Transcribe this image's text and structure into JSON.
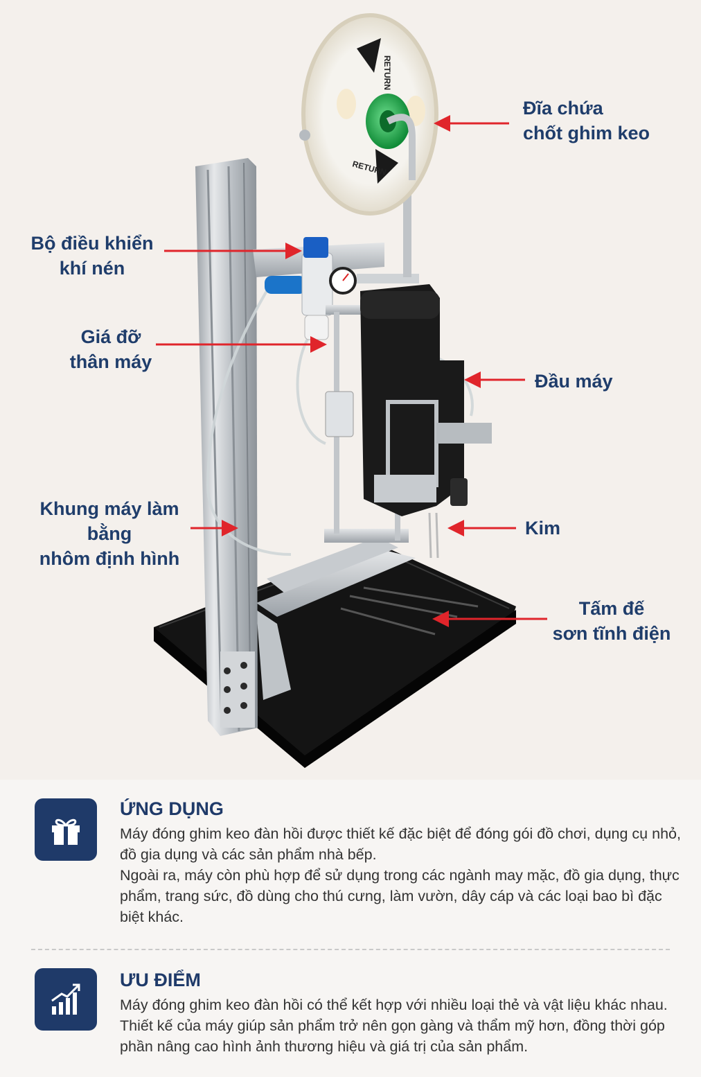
{
  "callouts": {
    "disc": "Đĩa chứa\nchốt ghim keo",
    "regulator": "Bộ điều khiển\nkhí nén",
    "body_holder": "Giá đỡ\nthân máy",
    "head": "Đầu máy",
    "frame": "Khung máy làm bằng\nnhôm định hình",
    "needle": "Kim",
    "base": "Tấm đế\nsơn tĩnh điện"
  },
  "disc_text": {
    "top": "RETURN",
    "bottom": "RETURN"
  },
  "colors": {
    "navy": "#1f3a69",
    "arrow": "#e0252b",
    "accent_green": "#1ea84a"
  },
  "sections": [
    {
      "icon": "gift-icon",
      "title": "ỨNG DỤNG",
      "paragraphs": [
        "Máy đóng ghim keo đàn hồi được thiết kế đặc biệt để đóng gói đồ chơi, dụng cụ nhỏ, đồ gia dụng và các sản phẩm nhà bếp.",
        "Ngoài ra, máy còn phù hợp để sử dụng trong các ngành may mặc, đồ gia dụng, thực phẩm, trang sức, đồ dùng cho thú cưng, làm vườn, dây cáp và các loại bao bì đặc biệt khác."
      ]
    },
    {
      "icon": "growth-chart-icon",
      "title": "ƯU ĐIỂM",
      "paragraphs": [
        "Máy đóng ghim keo đàn hồi có thể kết hợp với nhiều loại thẻ và vật liệu khác nhau. Thiết kế của máy giúp sản phẩm trở nên gọn gàng và thẩm mỹ hơn, đồng thời góp phần nâng cao hình ảnh thương hiệu và giá trị của sản phẩm."
      ]
    }
  ]
}
